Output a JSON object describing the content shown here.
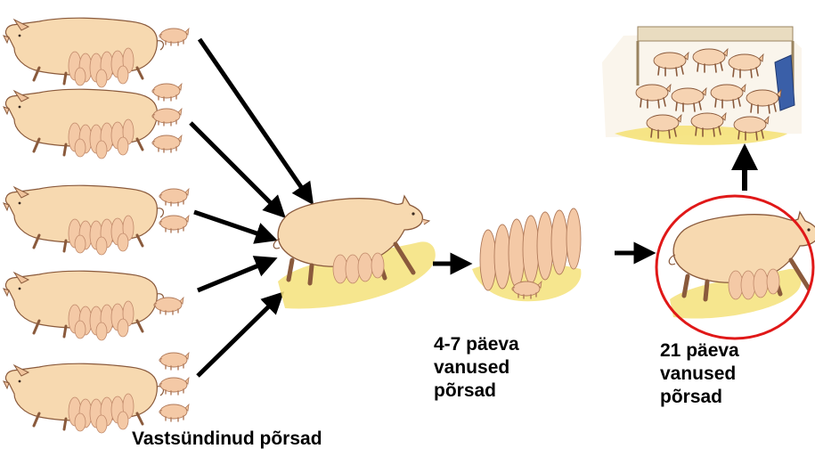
{
  "diagram": {
    "caption_newborn": "Vastsündinud põrsad",
    "stage_4_7_days": [
      "4-7 päeva",
      "vanused",
      "põrsad"
    ],
    "stage_21_days": [
      "21 päeva",
      "vanused",
      "põrsad"
    ]
  },
  "colors": {
    "sow_body": "#f7d9b0",
    "sow_shade": "#e8b98a",
    "piglet": "#f4c9a6",
    "outline": "#8a5a3c",
    "straw": "#f5e27a",
    "arrow": "#000000",
    "highlight_circle": "#e01818",
    "pen_wall": "#e9dcc0",
    "feeder": "#3a5fa8"
  }
}
